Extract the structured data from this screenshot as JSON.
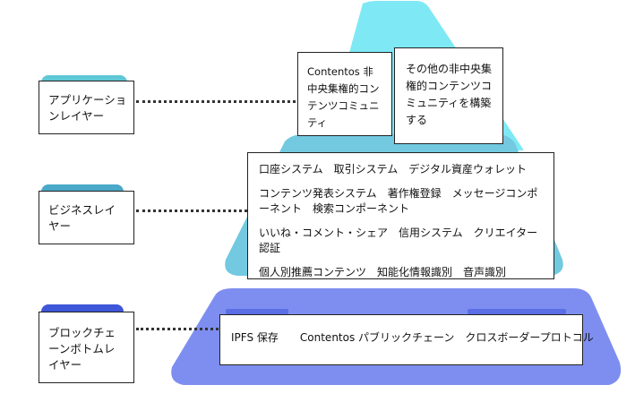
{
  "layers": {
    "application": {
      "label": "アプリケーションレイヤー",
      "boxes": [
        "Contentos 非中央集権的コンテンツコミュニティ",
        "その他の非中央集権的コンテンツコミュニティを構築する"
      ]
    },
    "business": {
      "label": "ビジネスレイヤー",
      "rows": [
        "口座システム　取引システム　デジタル資産ウォレット",
        "コンテンツ発表システム　著作権登録　メッセージコンポーネント　検索コンポーネント",
        "いいね・コメント・シェア　信用システム　クリエイター認証",
        "個人別推薦コンテンツ　知能化情報識別　音声識別"
      ]
    },
    "blockchain": {
      "label": "ブロックチェーンボトムレイヤー",
      "content": "IPFS 保存　　Contentos パブリックチェーン　クロスボーダープロトコル"
    }
  },
  "colors": {
    "top_shape": "#7ee9f5",
    "middle_shape": "#72c9e0",
    "bottom_shape": "#7e8ef0",
    "tab_app": "#5fc7d6",
    "tab_business": "#4aa9c9",
    "tab_blockchain": "#3e56d8"
  }
}
